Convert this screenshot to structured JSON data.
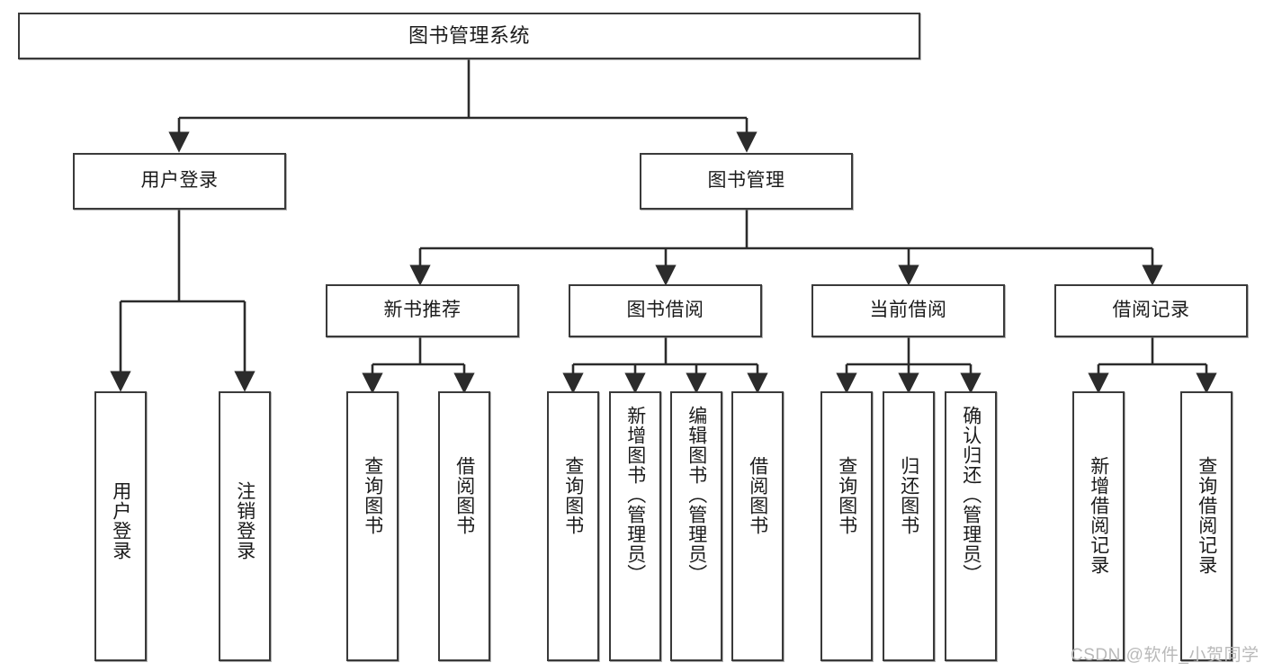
{
  "diagram": {
    "type": "tree-hierarchy",
    "title": "图书管理系统",
    "watermark": "CSDN @软件_小贺同学",
    "colors": {
      "box_border": "#3a3a3a",
      "box_fill": "#ffffff",
      "connector": "#2b2b2b",
      "text": "#1b1b1b",
      "watermark": "#b9b9b9"
    },
    "levels": {
      "root": {
        "label": "图书管理系统"
      },
      "level2": [
        {
          "label": "用户登录"
        },
        {
          "label": "图书管理"
        }
      ],
      "level3": [
        {
          "label": "新书推荐"
        },
        {
          "label": "图书借阅"
        },
        {
          "label": "当前借阅"
        },
        {
          "label": "借阅记录"
        }
      ],
      "leaves": {
        "user_login": [
          {
            "label": "用户登录"
          },
          {
            "label": "注销登录"
          }
        ],
        "new_book": [
          {
            "label": "查询图书"
          },
          {
            "label": "借阅图书"
          }
        ],
        "book_borrow": [
          {
            "label": "查询图书"
          },
          {
            "label": "新增图书（管理员）"
          },
          {
            "label": "编辑图书（管理员）"
          },
          {
            "label": "借阅图书"
          }
        ],
        "current_borrow": [
          {
            "label": "查询图书"
          },
          {
            "label": "归还图书"
          },
          {
            "label": "确认归还（管理员）"
          }
        ],
        "borrow_record": [
          {
            "label": "新增借阅记录"
          },
          {
            "label": "查询借阅记录"
          }
        ]
      }
    }
  }
}
